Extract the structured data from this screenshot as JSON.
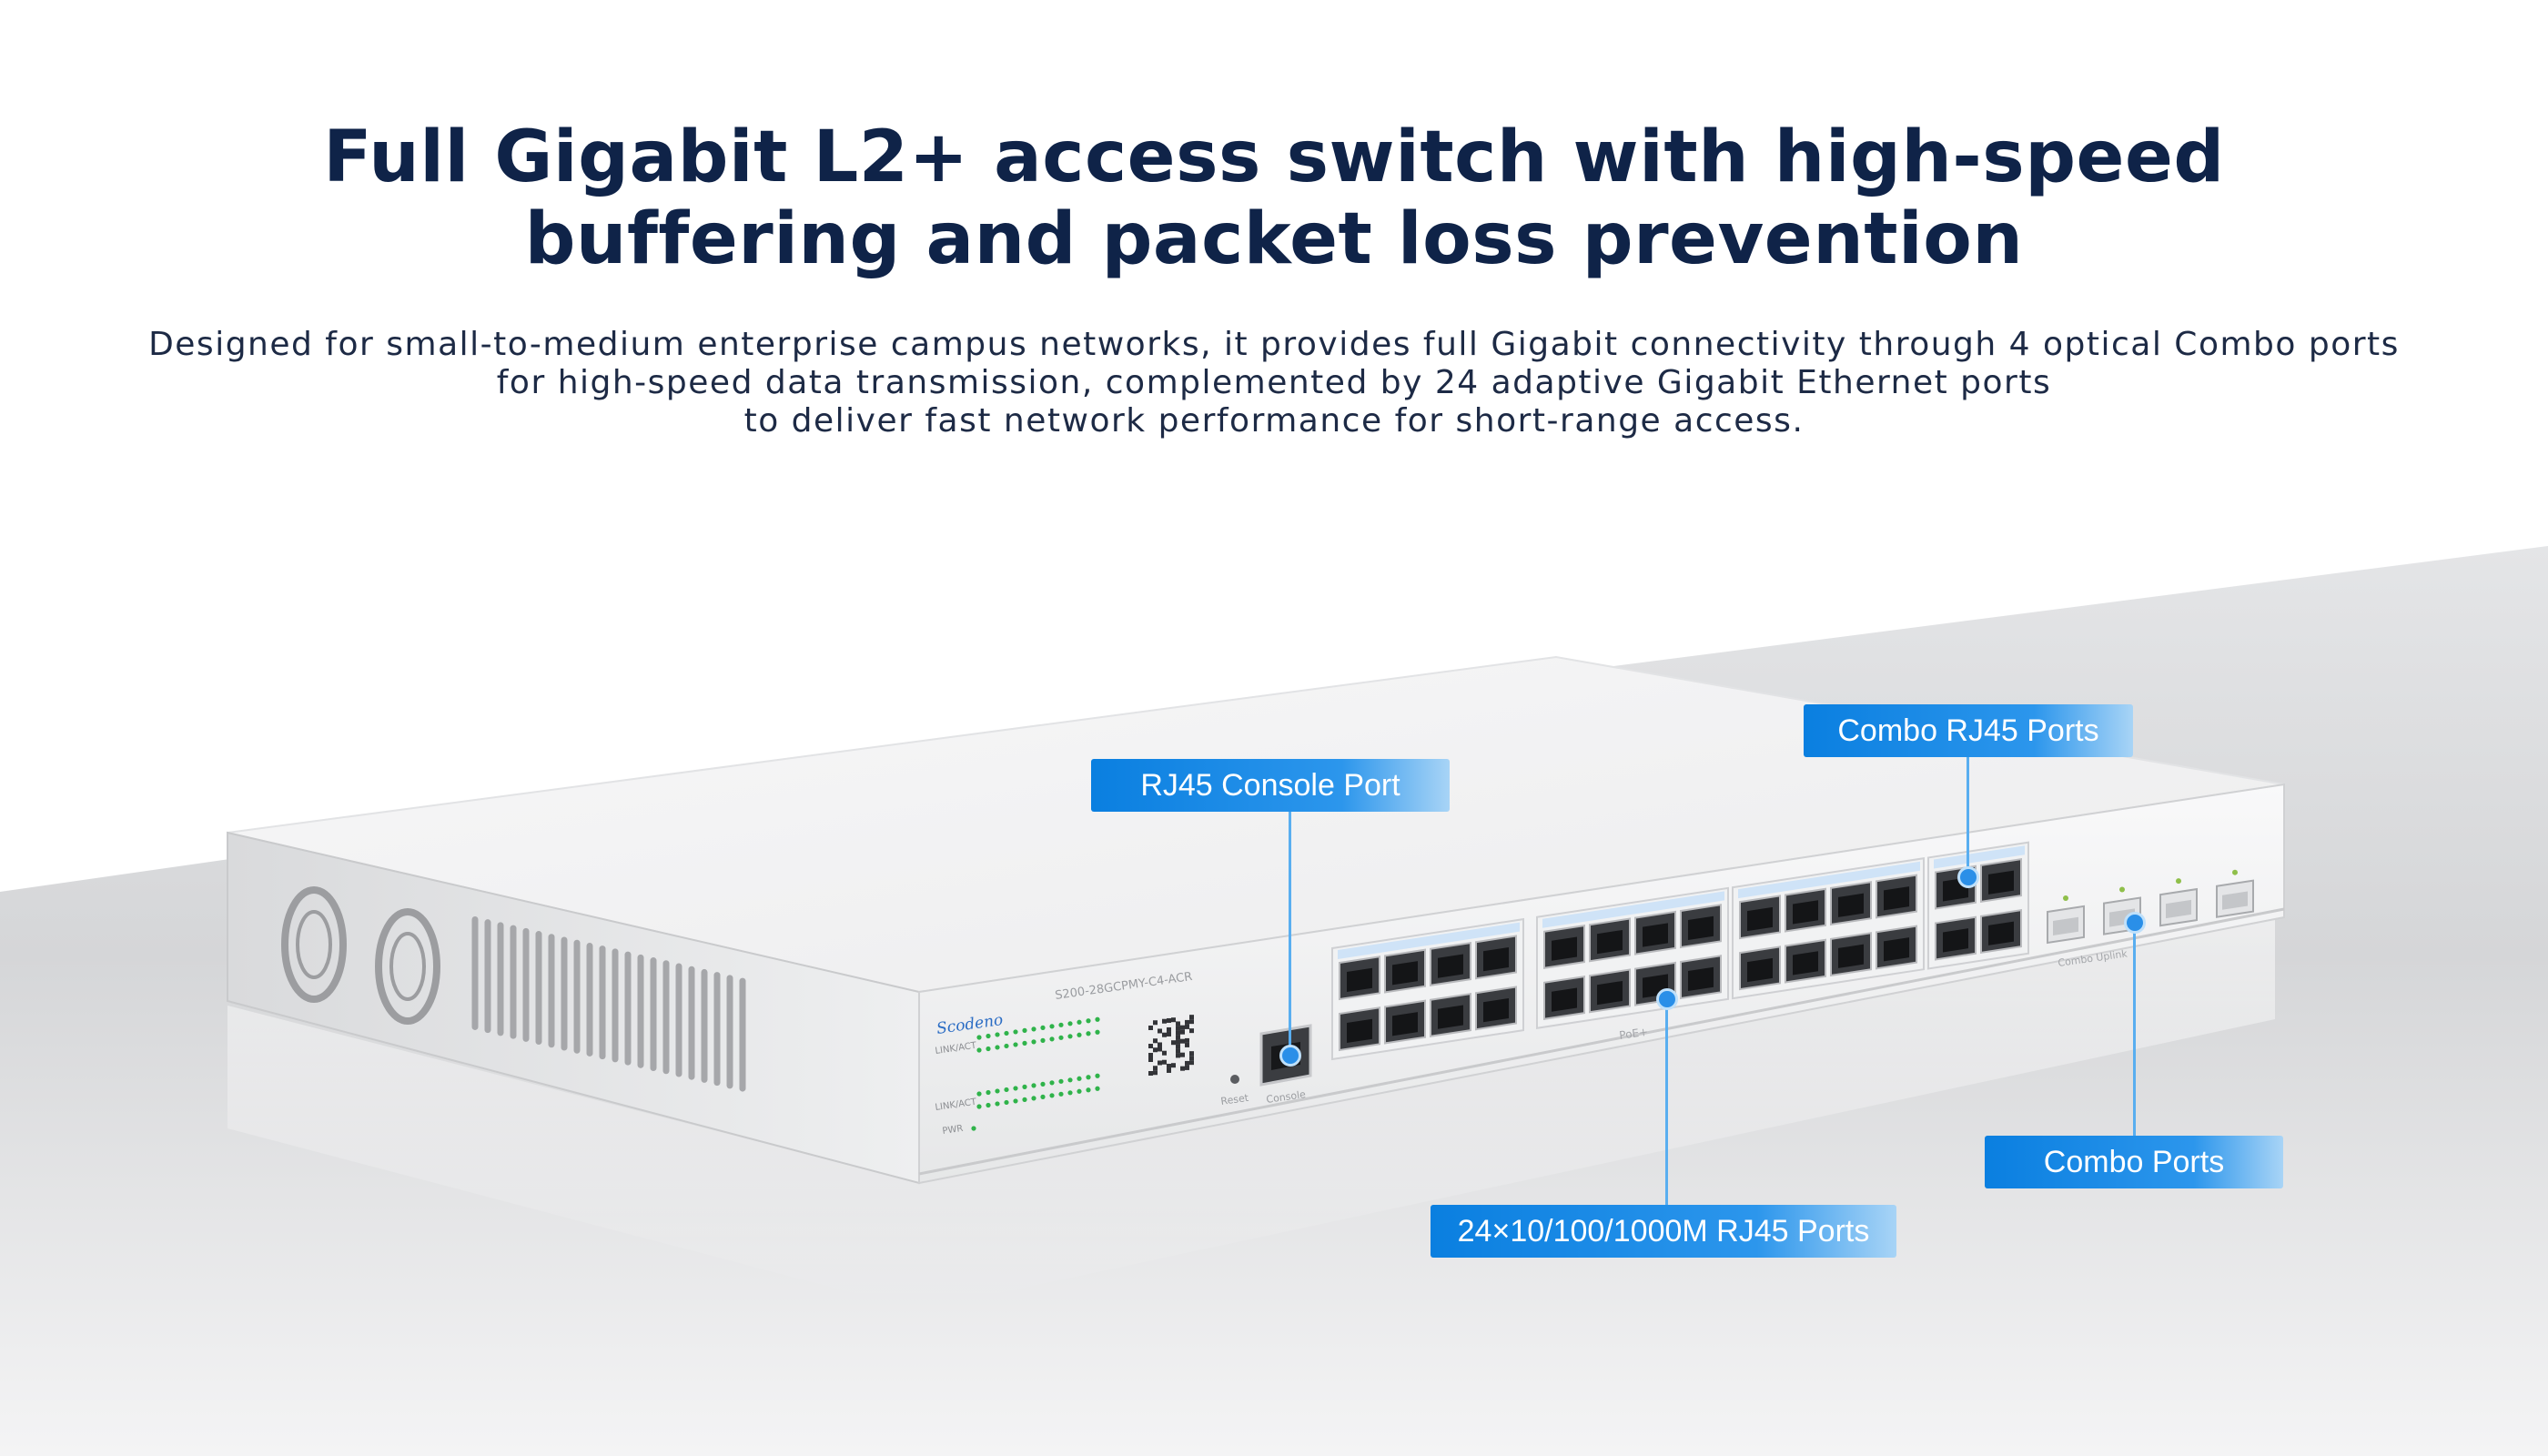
{
  "headline": {
    "line1": "Full Gigabit L2+ access switch with high-speed",
    "line2": "buffering and packet loss prevention"
  },
  "description": {
    "line1": "Designed for small-to-medium enterprise campus networks, it provides full Gigabit connectivity through 4 optical Combo ports",
    "line2": "for high-speed data transmission, complemented by 24 adaptive Gigabit Ethernet ports",
    "line3": "to deliver fast network performance for short-range access."
  },
  "device": {
    "brand": "Scodeno",
    "model": "S200-28GCPMY-C4-ACR",
    "led_label_link_act": "LINK/ACT",
    "led_label_pwr": "PWR",
    "reset_label": "Reset",
    "console_label": "Console",
    "poe_label": "PoE+",
    "combo_uplink_label": "Combo Uplink"
  },
  "callouts": {
    "console": "RJ45 Console Port",
    "combo_rj45": "Combo RJ45 Ports",
    "combo": "Combo Ports",
    "rj45_ports": "24×10/100/1000M RJ45 Ports"
  },
  "colors": {
    "headline": "#0f2348",
    "callout_blue": "#0a7fe0",
    "leader_line": "#59aef0",
    "led_green": "#2fb34a"
  }
}
